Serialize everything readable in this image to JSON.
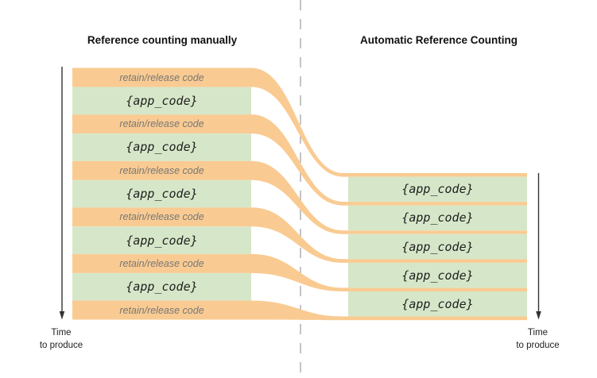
{
  "manual_column": {
    "title": "Reference counting manually",
    "rows": [
      {
        "type": "retain_release",
        "label": "retain/release code"
      },
      {
        "type": "app_code",
        "label": "{app_code}"
      },
      {
        "type": "retain_release",
        "label": "retain/release code"
      },
      {
        "type": "app_code",
        "label": "{app_code}"
      },
      {
        "type": "retain_release",
        "label": "retain/release code"
      },
      {
        "type": "app_code",
        "label": "{app_code}"
      },
      {
        "type": "retain_release",
        "label": "retain/release code"
      },
      {
        "type": "app_code",
        "label": "{app_code}"
      },
      {
        "type": "retain_release",
        "label": "retain/release code"
      },
      {
        "type": "app_code",
        "label": "{app_code}"
      },
      {
        "type": "retain_release",
        "label": "retain/release code"
      }
    ]
  },
  "arc_column": {
    "title": "Automatic Reference Counting",
    "rows": [
      {
        "type": "app_code",
        "label": "{app_code}"
      },
      {
        "type": "app_code",
        "label": "{app_code}"
      },
      {
        "type": "app_code",
        "label": "{app_code}"
      },
      {
        "type": "app_code",
        "label": "{app_code}"
      },
      {
        "type": "app_code",
        "label": "{app_code}"
      }
    ]
  },
  "time_axis_left": {
    "line1": "Time",
    "line2": "to produce"
  },
  "time_axis_right": {
    "line1": "Time",
    "line2": "to produce"
  },
  "colors": {
    "flow_orange": "#f9cb92",
    "app_green": "#d6e7c9",
    "divider_gray": "#ababab",
    "arrow_dark": "#333333",
    "retain_text": "#777777",
    "app_text": "#1f1f1f",
    "title_text": "#111111"
  }
}
